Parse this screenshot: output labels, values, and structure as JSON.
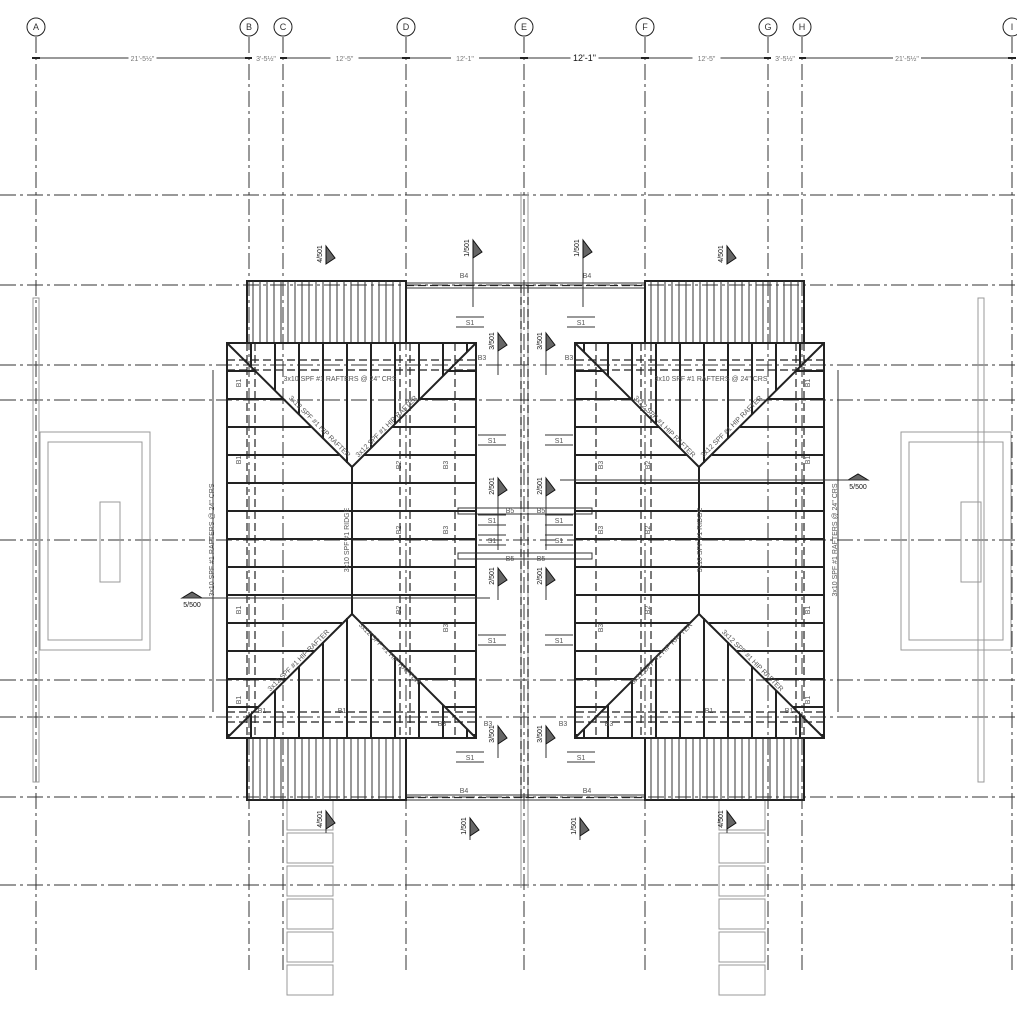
{
  "grid_labels": [
    "A",
    "B",
    "C",
    "D",
    "E",
    "F",
    "G",
    "H",
    "I"
  ],
  "dimensions": [
    "21'-5½\"",
    "3'-5½\"",
    "12'-5\"",
    "12'-1\"",
    "12'-1\"",
    "12'-5\"",
    "3'-5½\"",
    "21'-5½\""
  ],
  "framing": {
    "rafters": "3x10 SPF #1 RAFTERS @ 24\" CRS",
    "hip": "3x12 SPF #1 HIP RAFTER",
    "ridge": "3x10 SPF #1 RIDGE"
  },
  "members": {
    "b1": "B1",
    "b2": "B2",
    "b3": "B3",
    "b4": "B4",
    "b5": "B5",
    "s1": "S1"
  },
  "sections": {
    "s1": "1/501",
    "s2": "2/501",
    "s3": "3/501",
    "s4": "4/501",
    "s5": "5/500"
  }
}
